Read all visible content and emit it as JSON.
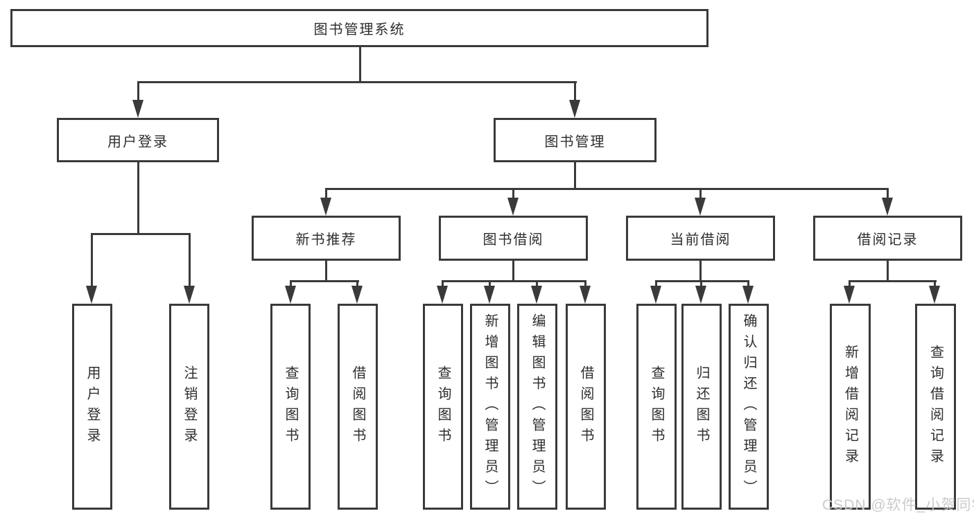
{
  "tree": {
    "root": {
      "label": "图书管理系统"
    },
    "level1": [
      {
        "label": "用户登录"
      },
      {
        "label": "图书管理"
      }
    ],
    "level2": [
      {
        "label": "新书推荐",
        "parent": "图书管理"
      },
      {
        "label": "图书借阅",
        "parent": "图书管理"
      },
      {
        "label": "当前借阅",
        "parent": "图书管理"
      },
      {
        "label": "借阅记录",
        "parent": "图书管理"
      }
    ],
    "leaves": [
      {
        "label": "用户登录",
        "parent": "用户登录"
      },
      {
        "label": "注销登录",
        "parent": "用户登录"
      },
      {
        "label": "查询图书",
        "parent": "新书推荐"
      },
      {
        "label": "借阅图书",
        "parent": "新书推荐"
      },
      {
        "label": "查询图书",
        "parent": "图书借阅"
      },
      {
        "label": "新增图书（管理员）",
        "parent": "图书借阅"
      },
      {
        "label": "编辑图书（管理员）",
        "parent": "图书借阅"
      },
      {
        "label": "借阅图书",
        "parent": "图书借阅"
      },
      {
        "label": "查询图书",
        "parent": "当前借阅"
      },
      {
        "label": "归还图书",
        "parent": "当前借阅"
      },
      {
        "label": "确认归还（管理员）",
        "parent": "当前借阅"
      },
      {
        "label": "新增借阅记录",
        "parent": "借阅记录"
      },
      {
        "label": "查询借阅记录",
        "parent": "借阅记录"
      }
    ]
  },
  "watermark": {
    "text": "CSDN @软件_小贺同学"
  },
  "colors": {
    "line": "#3a3a3a",
    "text": "#2e2e2e",
    "watermark": "#c9c9c9",
    "background": "#ffffff"
  }
}
